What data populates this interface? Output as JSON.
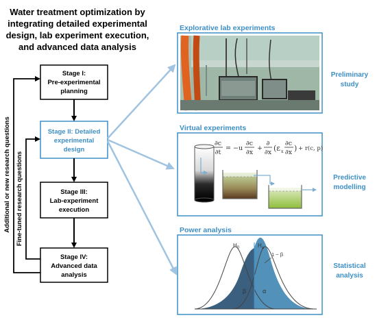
{
  "title": [
    "Water treatment optimization by",
    "integrating detailed experimental",
    "design, lab experiment execution,",
    "and advanced data analysis"
  ],
  "stages": [
    {
      "label": [
        "Stage I:",
        "Pre-experimental",
        "planning"
      ],
      "highlight": false
    },
    {
      "label": [
        "Stage II: Detailed",
        "experimental",
        "design"
      ],
      "highlight": true
    },
    {
      "label": [
        "Stage III:",
        "Lab-experiment",
        "execution"
      ],
      "highlight": false
    },
    {
      "label": [
        "Stage IV:",
        "Advanced data",
        "analysis"
      ],
      "highlight": false
    }
  ],
  "loops": {
    "outer": "Additional or new research questions",
    "inner": "Fine-tuned research questions"
  },
  "panels": [
    {
      "title": "Explorative lab experiments",
      "side_label": [
        "Preliminary",
        "study"
      ]
    },
    {
      "title": "Virtual experiments",
      "side_label": [
        "Predictive",
        "modelling"
      ]
    },
    {
      "title": "Power analysis",
      "side_label": [
        "Statistical",
        "analysis"
      ]
    }
  ],
  "equation": {
    "lhs_num": "∂c",
    "lhs_den": "∂t",
    "t1_sign": "= −u",
    "t1_num": "∂c",
    "t1_den": "∂x",
    "t2_sign": "+",
    "t2_num": "∂",
    "t2_den": "∂x",
    "t2_inner": "(ε",
    "t2_inner_sub": "x",
    "t2_inner_num": "∂c",
    "t2_inner_den": "∂x",
    "t2_close": ")",
    "t3": "+ r(c, p)"
  },
  "power": {
    "h0": "H",
    "h0_sub": "0",
    "ha": "H",
    "ha_sub": "a",
    "one_minus_beta": "1 − β",
    "beta": "β",
    "alpha": "α"
  },
  "colors": {
    "accent": "#3d8fc6",
    "arrow": "#9fc3e0",
    "panel_border": "#3d8fc6",
    "dark_fill": "#3a5f7f",
    "light_fill": "#55b3e8",
    "box_border": "#000000"
  }
}
